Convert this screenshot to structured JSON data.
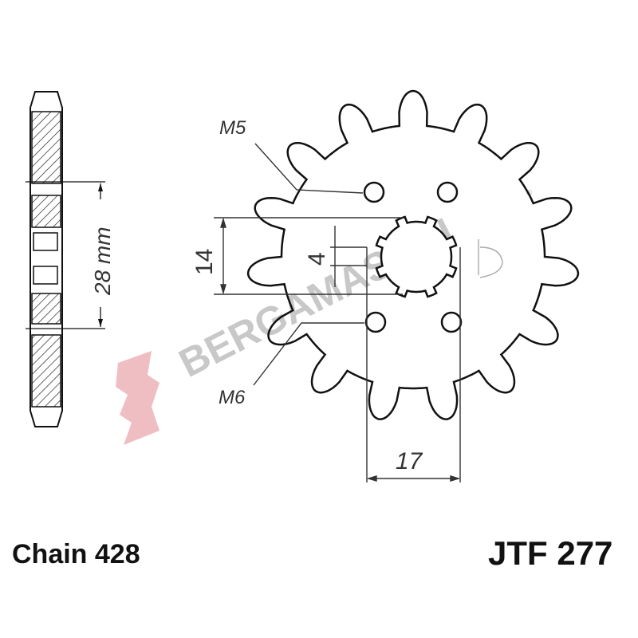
{
  "drawing": {
    "labels": {
      "m5": "M5",
      "m6": "M6",
      "dim_14": "14",
      "dim_4": "4",
      "dim_17": "17",
      "dim_28": "28 mm"
    },
    "teeth_count": 15,
    "line_color": "#111111"
  },
  "watermark": {
    "text": "BERGAMASCHI",
    "registered": "®",
    "logo_color": "#e8a0a5",
    "text_color": "#c8c8c8"
  },
  "footer": {
    "chain": "Chain 428",
    "part_number": "JTF 277"
  }
}
